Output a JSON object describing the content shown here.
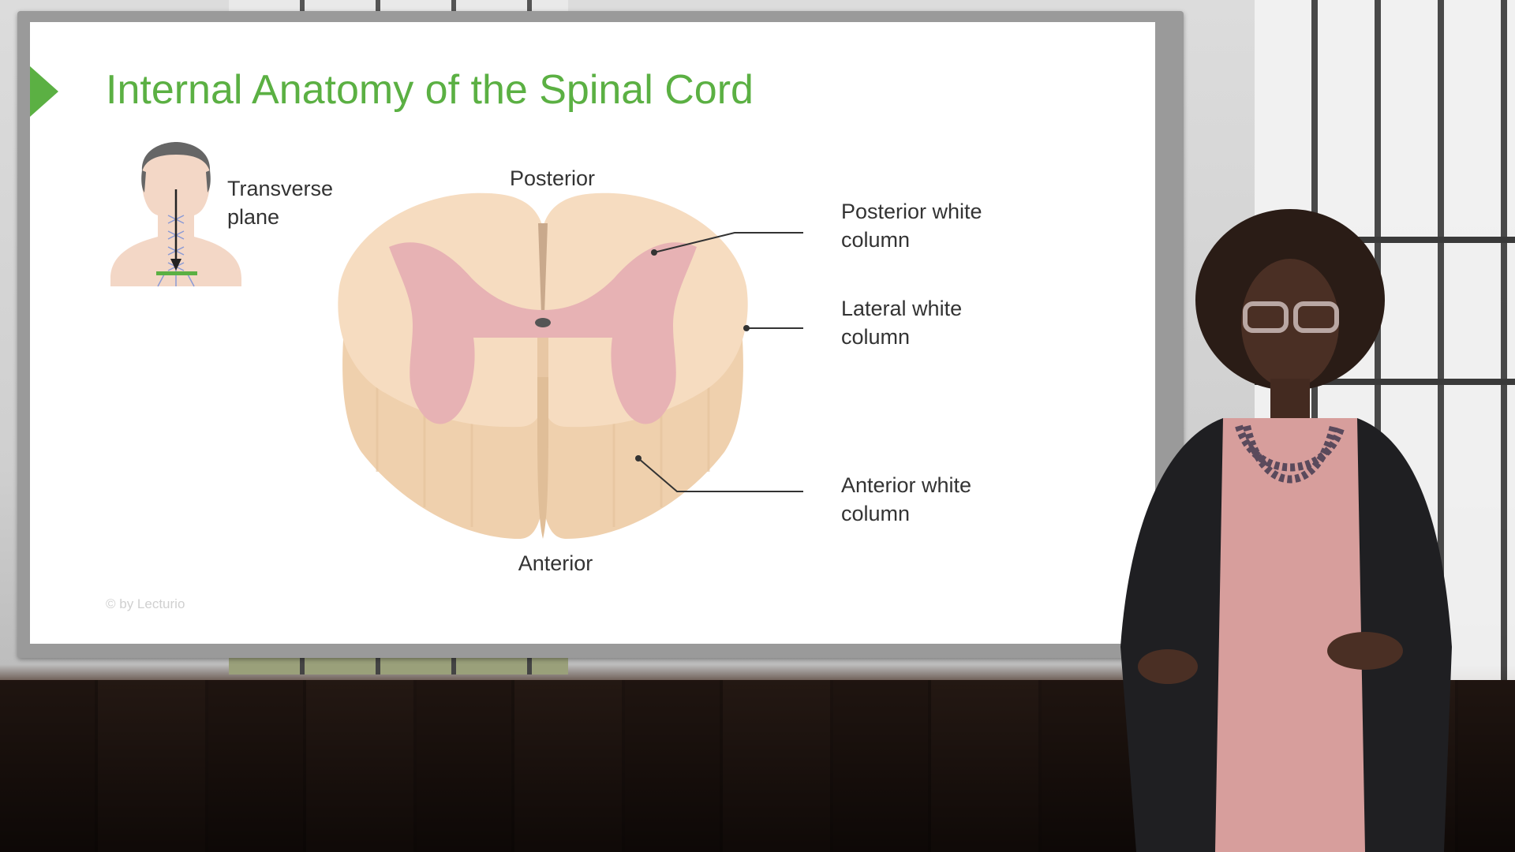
{
  "slide": {
    "title": "Internal Anatomy of the Spinal Cord",
    "copyright": "© by Lecturio"
  },
  "inset": {
    "label": "Transverse\nplane"
  },
  "diagram": {
    "top_label": "Posterior",
    "bottom_label": "Anterior",
    "callouts": [
      {
        "text": "Posterior white\ncolumn"
      },
      {
        "text": "Lateral white\ncolumn"
      },
      {
        "text": "Anterior white\ncolumn"
      }
    ]
  },
  "colors": {
    "accent_green": "#5bb043",
    "white_matter": "#f6dcc0",
    "white_matter_side": "#eccba8",
    "gray_matter": "#e7b2b4",
    "line": "#333333"
  }
}
